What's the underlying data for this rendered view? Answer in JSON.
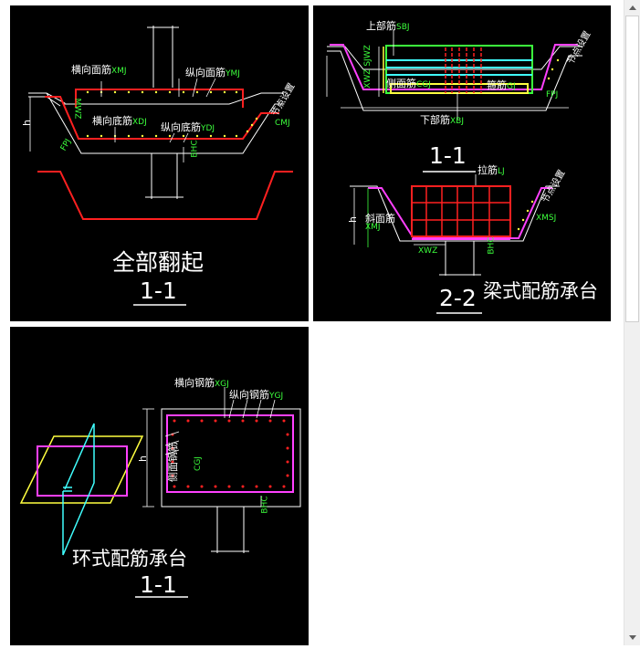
{
  "panels": [
    {
      "caption": "全部翻起",
      "section": "1-1",
      "labels": {
        "xmj": {
          "text": "横向面筋",
          "code": "XMJ"
        },
        "ymj": {
          "text": "纵向面筋",
          "code": "YMJ"
        },
        "xdj": {
          "text": "横向底筋",
          "code": "XDJ"
        },
        "ydj": {
          "text": "纵向底筋",
          "code": "YDJ"
        },
        "jd": "节点设置",
        "cmj": "CMJ",
        "mwz": "MWZ",
        "h": "h",
        "fpj": "FPJ",
        "bhc": "BHC"
      }
    },
    {
      "caption": "梁式配筋承台",
      "section_top": "1-1",
      "section_bottom": "2-2",
      "labels": {
        "sbj": {
          "text": "上部筋",
          "code": "SBJ"
        },
        "cgj": {
          "text": "侧面筋",
          "code": "CGJ"
        },
        "gj": {
          "text": "箍筋",
          "code": "GJ"
        },
        "xbj": {
          "text": "下部筋",
          "code": "XBJ"
        },
        "lj": {
          "text": "拉筋",
          "code": "LJ"
        },
        "xmj": {
          "text": "斜面筋",
          "code": "XMJ"
        },
        "xmsj": "XMSJ",
        "xwz": "XWZ",
        "jwz": "XWZ SJWZ",
        "fpj": "FPJ",
        "jd1": "节点设置",
        "jd2": "节点设置",
        "h": "h",
        "bhc": "BHC"
      }
    },
    {
      "caption": "环式配筋承台",
      "section": "1-1",
      "labels": {
        "xgj": {
          "text": "横向钢筋",
          "code": "XGJ"
        },
        "ygj": {
          "text": "纵向钢筋",
          "code": "YGJ"
        },
        "cmgj": {
          "text": "侧面钢筋",
          "code": "CGJ"
        },
        "h": "h",
        "bhc": "BHC"
      }
    }
  ],
  "colors": {
    "background": "#000000",
    "rebar_red": "#ff2020",
    "rebar_magenta": "#ff40ff",
    "rebar_green": "#3cff3c",
    "rebar_yellow": "#ffff40",
    "rebar_cyan": "#40ffff",
    "outline": "#ffffff"
  }
}
